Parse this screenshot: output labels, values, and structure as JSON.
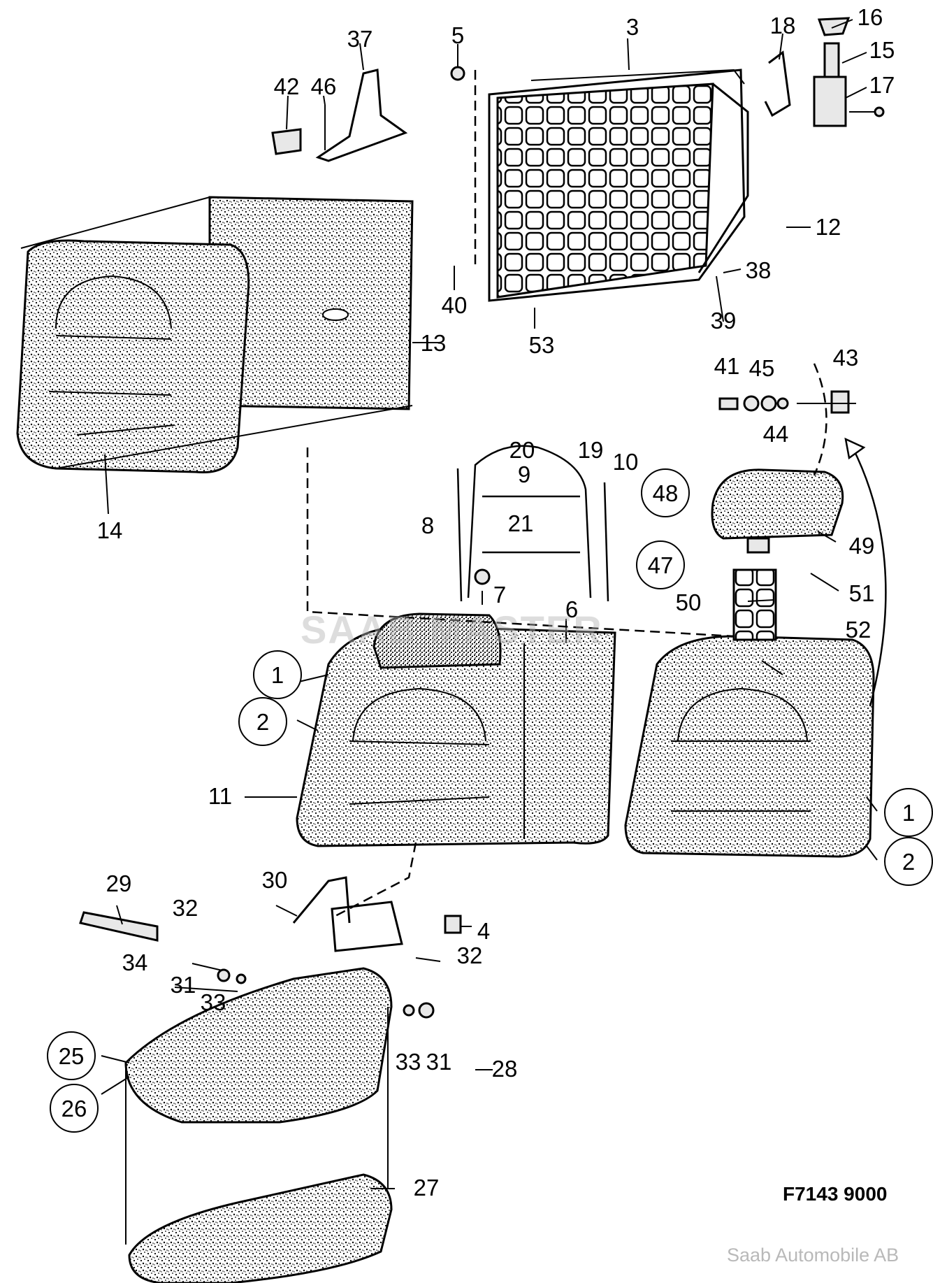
{
  "figure_code": "F7143 9000",
  "copyright": "Saab Automobile AB",
  "watermark": "SAAB MASTER",
  "callouts": {
    "c1": "1",
    "c1b": "1",
    "c2": "2",
    "c2b": "2",
    "c3": "3",
    "c4": "4",
    "c5": "5",
    "c6": "6",
    "c7": "7",
    "c8": "8",
    "c9": "9",
    "c10": "10",
    "c11": "11",
    "c12": "12",
    "c13": "13",
    "c14": "14",
    "c15": "15",
    "c16": "16",
    "c17": "17",
    "c18": "18",
    "c19": "19",
    "c20": "20",
    "c21": "21",
    "c25": "25",
    "c26": "26",
    "c27": "27",
    "c28": "28",
    "c29": "29",
    "c30": "30",
    "c31a": "31",
    "c31b": "31",
    "c32a": "32",
    "c32b": "32",
    "c33a": "33",
    "c33b": "33",
    "c34": "34",
    "c37": "37",
    "c38": "38",
    "c39": "39",
    "c40": "40",
    "c41": "41",
    "c42": "42",
    "c43": "43",
    "c44": "44",
    "c45": "45",
    "c46": "46",
    "c47": "47",
    "c48": "48",
    "c49": "49",
    "c50": "50",
    "c51": "51",
    "c52": "52",
    "c53": "53"
  }
}
